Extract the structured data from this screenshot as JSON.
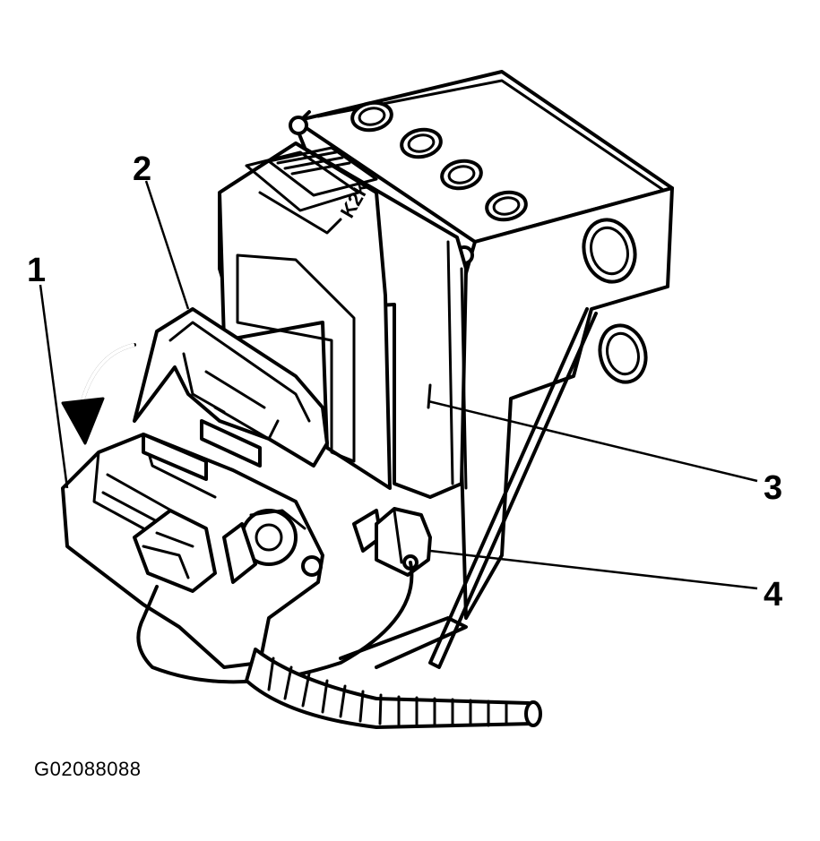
{
  "callouts": {
    "c1": "1",
    "c2": "2",
    "c3": "3",
    "c4": "4"
  },
  "figure_id": "G02088088",
  "label_text": "K2K"
}
